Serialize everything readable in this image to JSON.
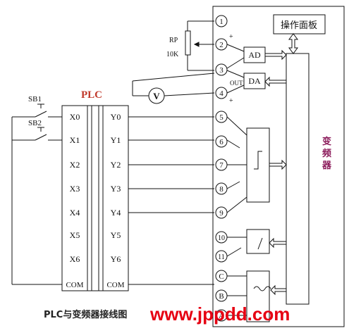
{
  "plc_title": "PLC",
  "vfd_label": "变频器",
  "panel_label": "操作面板",
  "ad_label": "AD",
  "da_label": "DA",
  "out_label": "OUT",
  "plus_sign": "+",
  "voltmeter_label": "V",
  "rp_label": "RP",
  "rp_value": "10K",
  "switches": [
    "SB1",
    "SB2"
  ],
  "plc_inputs": [
    "X0",
    "X1",
    "X2",
    "X3",
    "X4",
    "X5",
    "X6",
    "COM"
  ],
  "plc_outputs": [
    "Y0",
    "Y1",
    "Y2",
    "Y3",
    "Y4",
    "Y5",
    "Y6",
    "COM"
  ],
  "terminals": [
    "1",
    "2",
    "3",
    "4",
    "5",
    "6",
    "7",
    "8",
    "9",
    "10",
    "11",
    "C",
    "B",
    "A"
  ],
  "caption": "PLC与变频器接线图",
  "watermark": "www.jppdd.com",
  "colors": {
    "line": "#111111",
    "plc_title": "#c0392b",
    "vfd_label": "#8b1a5a",
    "watermark": "#e60012"
  }
}
